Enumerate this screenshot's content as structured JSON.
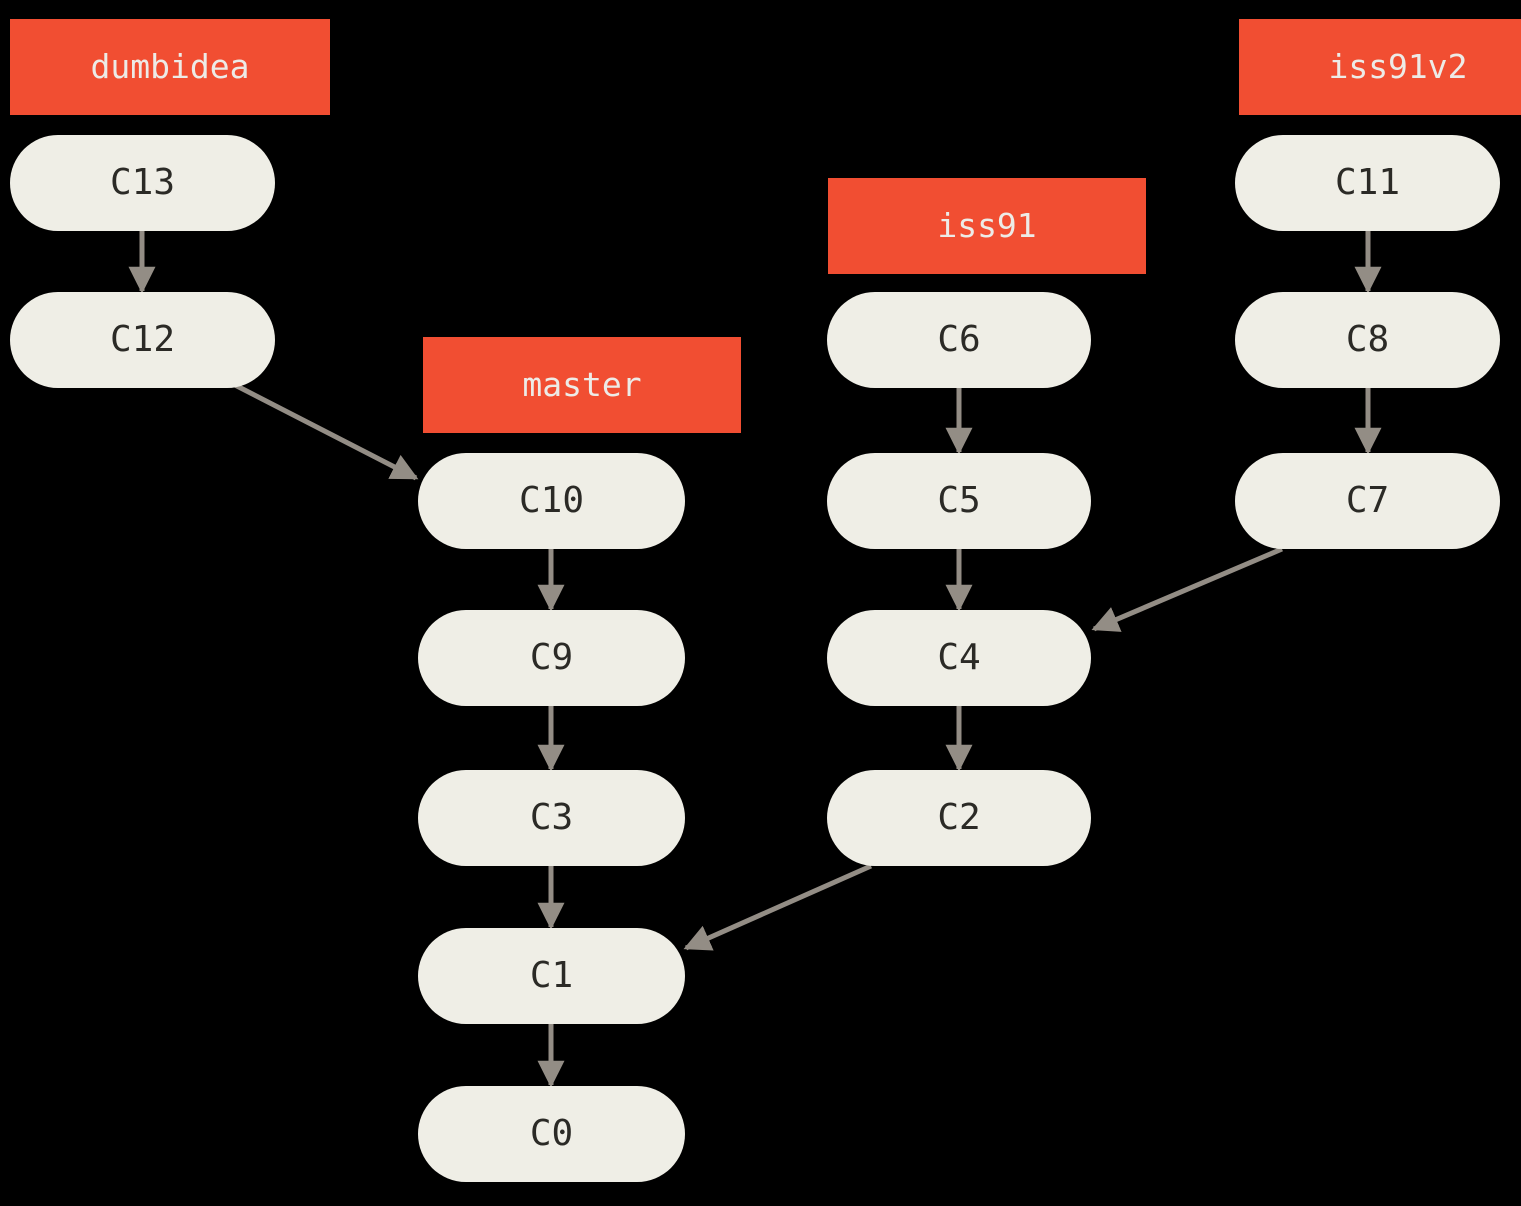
{
  "diagram_type": "git-commit-branch-graph",
  "colors": {
    "background": "#000000",
    "branch_label_bg": "#F14E32",
    "branch_label_text": "#EDEBE7",
    "commit_bg": "#EFEEE6",
    "commit_text": "#2B2A26",
    "arrow": "#938D85"
  },
  "branches": {
    "dumbidea": {
      "label": "dumbidea",
      "head_commit": "C13"
    },
    "master": {
      "label": "master",
      "head_commit": "C10"
    },
    "iss91": {
      "label": "iss91",
      "head_commit": "C6"
    },
    "iss91v2": {
      "label": "iss91v2",
      "head_commit": "C11"
    }
  },
  "commits": {
    "C13": {
      "label": "C13"
    },
    "C12": {
      "label": "C12"
    },
    "C11": {
      "label": "C11"
    },
    "C10": {
      "label": "C10"
    },
    "C9": {
      "label": "C9"
    },
    "C8": {
      "label": "C8"
    },
    "C7": {
      "label": "C7"
    },
    "C6": {
      "label": "C6"
    },
    "C5": {
      "label": "C5"
    },
    "C4": {
      "label": "C4"
    },
    "C3": {
      "label": "C3"
    },
    "C2": {
      "label": "C2"
    },
    "C1": {
      "label": "C1"
    },
    "C0": {
      "label": "C0"
    }
  },
  "edges": [
    {
      "from": "C13",
      "to": "C12"
    },
    {
      "from": "C12",
      "to": "C10"
    },
    {
      "from": "C10",
      "to": "C9"
    },
    {
      "from": "C9",
      "to": "C3"
    },
    {
      "from": "C3",
      "to": "C1"
    },
    {
      "from": "C1",
      "to": "C0"
    },
    {
      "from": "C6",
      "to": "C5"
    },
    {
      "from": "C5",
      "to": "C4"
    },
    {
      "from": "C4",
      "to": "C2"
    },
    {
      "from": "C2",
      "to": "C1"
    },
    {
      "from": "C11",
      "to": "C8"
    },
    {
      "from": "C8",
      "to": "C7"
    },
    {
      "from": "C7",
      "to": "C4"
    }
  ]
}
